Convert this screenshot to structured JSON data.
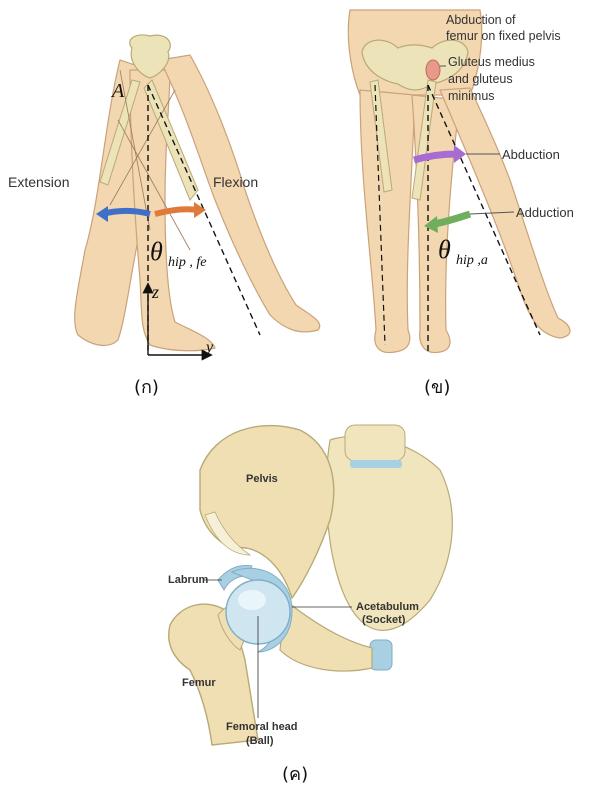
{
  "panel_a": {
    "caption": "(ก)",
    "point_label": "A",
    "extension_label": "Extension",
    "flexion_label": "Flexion",
    "angle_symbol": "θ",
    "angle_sub": "hip , fe",
    "axis_z": "z",
    "axis_y": "y"
  },
  "panel_b": {
    "caption": "(ข)",
    "title_line1": "Abduction of",
    "title_line2": "femur on fixed pelvis",
    "muscle_line1": "Gluteus medius",
    "muscle_line2": "and gluteus",
    "muscle_line3": "minimus",
    "abduction_label": "Abduction",
    "adduction_label": "Adduction",
    "angle_symbol": "θ",
    "angle_sub": "hip ,a"
  },
  "panel_c": {
    "caption": "(ค)",
    "pelvis_label": "Pelvis",
    "labrum_label": "Labrum",
    "acetabulum_line1": "Acetabulum",
    "acetabulum_line2": "(Socket)",
    "femur_label": "Femur",
    "femoral_head_line1": "Femoral head",
    "femoral_head_line2": "(Ball)"
  },
  "colors": {
    "skin": "#f3d7b0",
    "skin_stroke": "#caa27a",
    "bone": "#ece3b8",
    "bone_stroke": "#b9a977",
    "extension_arrow": "#3f6fc9",
    "flexion_arrow": "#e07a3a",
    "abduction_arrow": "#a86bd1",
    "adduction_arrow": "#6fae5c",
    "cartilage": "#a9cfe2"
  }
}
